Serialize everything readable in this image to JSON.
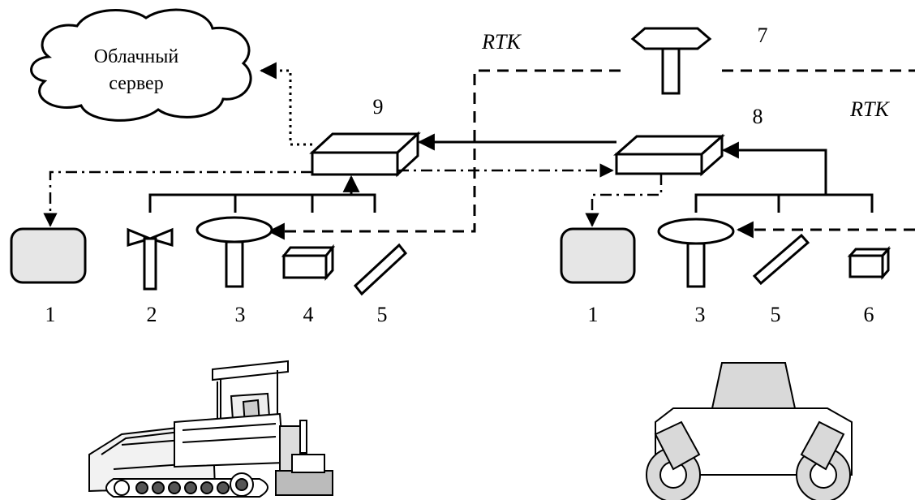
{
  "cloud": {
    "line1": "Облачный",
    "line2": "сервер"
  },
  "rtk_labels": {
    "left": "RTK",
    "right": "RTK"
  },
  "hub_labels": {
    "hub7": "7",
    "hub8": "8",
    "hub9": "9"
  },
  "left_group": {
    "n1": "1",
    "n2": "2",
    "n3": "3",
    "n4": "4",
    "n5": "5"
  },
  "right_group": {
    "n1": "1",
    "n3": "3",
    "n5": "5",
    "n6": "6"
  }
}
